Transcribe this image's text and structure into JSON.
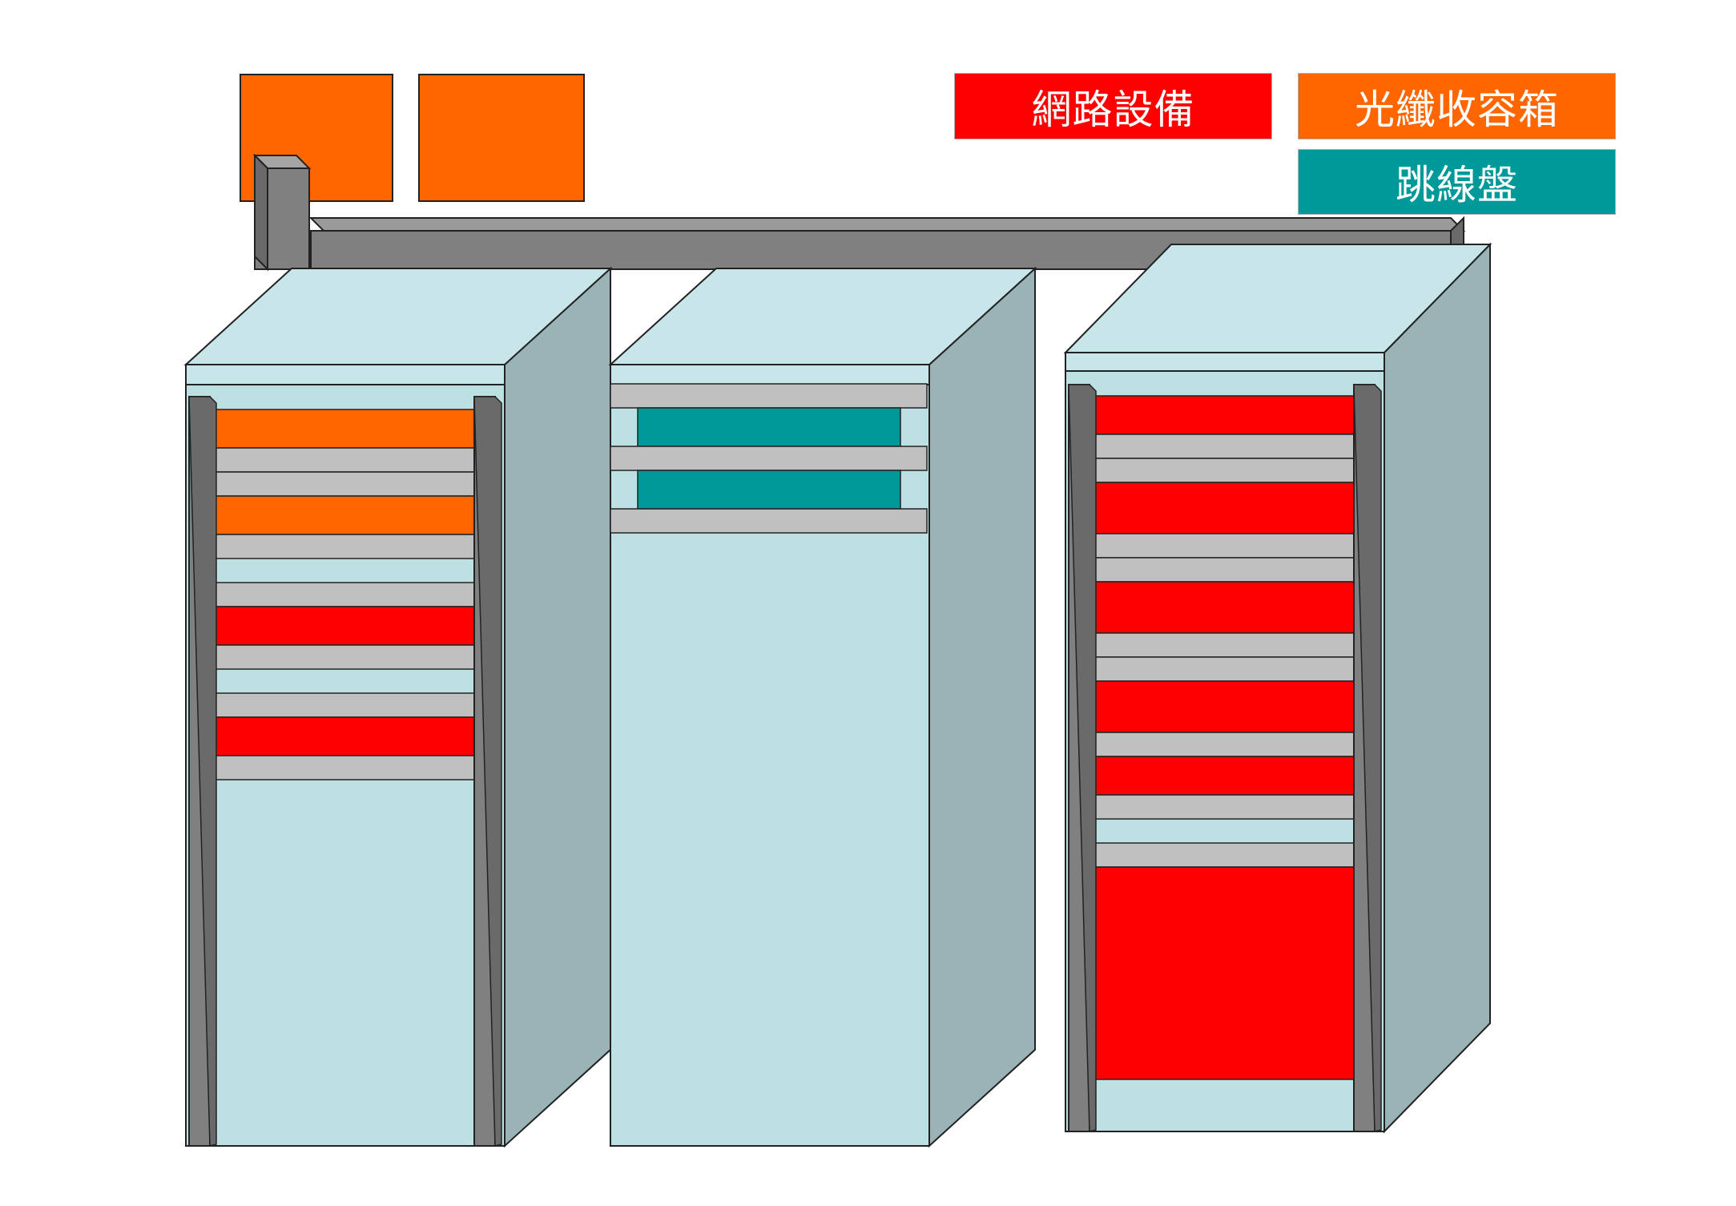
{
  "legend": [
    {
      "label": "網路設備",
      "color": "#ff0000",
      "category": "network"
    },
    {
      "label": "光纖收容箱",
      "color": "#ff6600",
      "category": "fiber"
    },
    {
      "label": "跳線盤",
      "color": "#009999",
      "category": "patch"
    }
  ],
  "colors": {
    "network": "#ff0000",
    "fiber": "#ff6600",
    "patch": "#009999",
    "blank": "#c0c0c0",
    "rack_front": "#bde1e3",
    "rack_top": "#c8e5e9",
    "rack_side": "#9ab3b7",
    "rail": "#808080",
    "tray": "#808080"
  },
  "wall_boxes": [
    {
      "category": "fiber"
    },
    {
      "category": "fiber"
    }
  ],
  "racks": [
    {
      "name": "rack-left",
      "units": [
        "fiber",
        "blank",
        "blank",
        "fiber",
        "blank",
        "empty",
        "blank",
        "network",
        "blank",
        "empty",
        "blank",
        "network",
        "blank"
      ]
    },
    {
      "name": "rack-middle",
      "units": [
        "blank",
        "patch",
        "blank",
        "patch",
        "blank"
      ]
    },
    {
      "name": "rack-right",
      "units": [
        "network",
        "blank",
        "blank",
        "network",
        "blank",
        "blank",
        "network",
        "blank",
        "blank",
        "network",
        "blank",
        "network",
        "blank",
        "empty",
        "blank",
        "network"
      ]
    }
  ]
}
